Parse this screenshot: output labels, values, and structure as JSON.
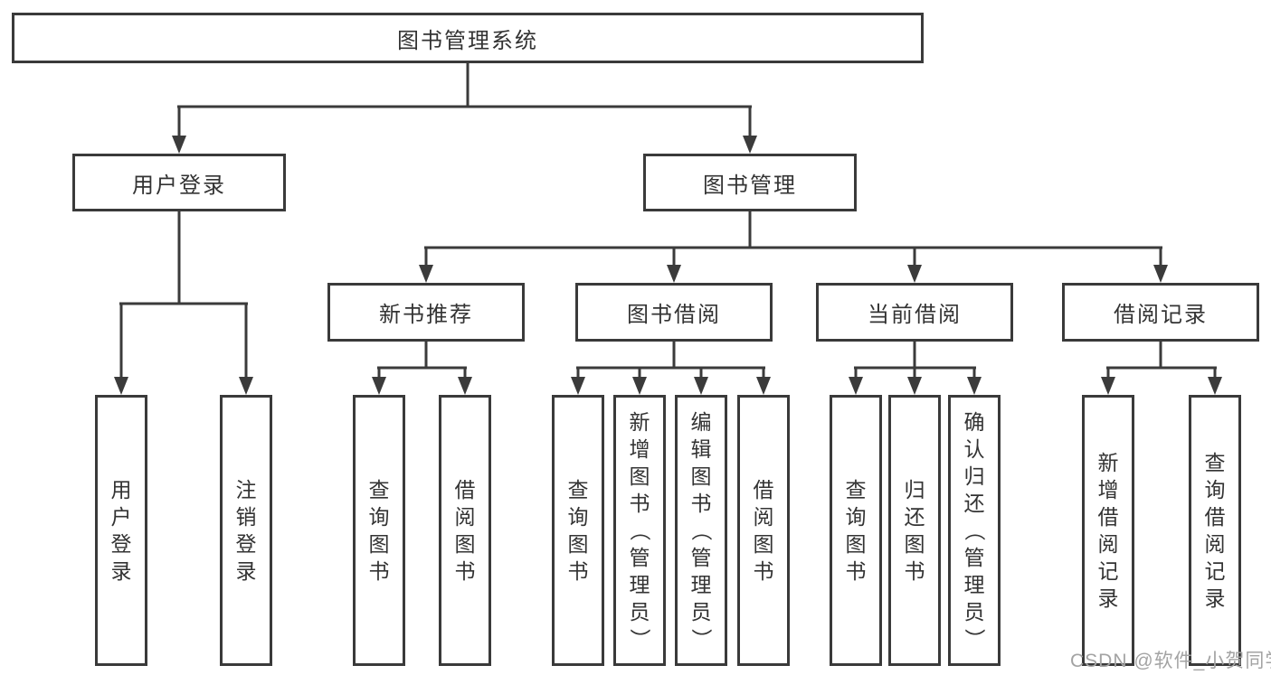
{
  "diagram": {
    "root": {
      "label": "图书管理系统"
    },
    "branches": [
      {
        "label": "用户登录",
        "children": [
          {
            "label": "用户登录"
          },
          {
            "label": "注销登录"
          }
        ]
      },
      {
        "label": "图书管理",
        "groups": [
          {
            "label": "新书推荐",
            "children": [
              {
                "label": "查询图书"
              },
              {
                "label": "借阅图书"
              }
            ]
          },
          {
            "label": "图书借阅",
            "children": [
              {
                "label": "查询图书"
              },
              {
                "label": "新增图书（管理员）"
              },
              {
                "label": "编辑图书（管理员）"
              },
              {
                "label": "借阅图书"
              }
            ]
          },
          {
            "label": "当前借阅",
            "children": [
              {
                "label": "查询图书"
              },
              {
                "label": "归还图书"
              },
              {
                "label": "确认归还（管理员）"
              }
            ]
          },
          {
            "label": "借阅记录",
            "children": [
              {
                "label": "新增借阅记录"
              },
              {
                "label": "查询借阅记录"
              }
            ]
          }
        ]
      }
    ]
  },
  "watermark": {
    "text": "CSDN @软件_小贺同学"
  },
  "colors": {
    "line": "#3b3b3b",
    "border": "#3a3a3a",
    "text": "#333333",
    "watermark": "#a3a3a3",
    "background": "#ffffff"
  }
}
